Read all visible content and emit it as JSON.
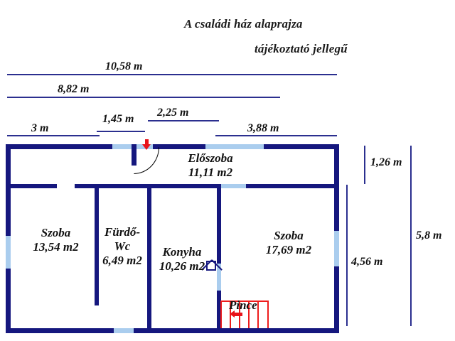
{
  "title": {
    "main": "A családi ház alaprajza",
    "sub": "tájékoztató jellegű"
  },
  "dimensions": {
    "top_overall": "10,58 m",
    "top_second": "8,82 m",
    "left_segment": "3 m",
    "mid_segment_1": "1,45 m",
    "mid_segment_2": "2,25 m",
    "right_segment": "3,88 m",
    "right_short": "1,26 m",
    "right_mid": "4,56 m",
    "right_overall": "5,8 m"
  },
  "rooms": [
    {
      "key": "szoba_left",
      "name": "Szoba",
      "area": "13,54 m2"
    },
    {
      "key": "furdo_wc",
      "name": "Fürdő-",
      "name2": "Wc",
      "area": "6,49 m2"
    },
    {
      "key": "konyha",
      "name": "Konyha",
      "area": "10,26 m2"
    },
    {
      "key": "eloszoba",
      "name": "Előszoba",
      "area": "11,11 m2"
    },
    {
      "key": "szoba_right",
      "name": "Szoba",
      "area": "17,69 m2"
    }
  ],
  "markers": {
    "cellar_label": "Pince",
    "entrance_arrow": "arrow-down-icon",
    "cellar_arrow": "arrow-left-icon",
    "chimney": "chimney-icon",
    "door_swing": "door-swing-icon"
  },
  "colors": {
    "wall": "#15177e",
    "opening": "#aacdee",
    "dimension_line": "#2b2f8f",
    "marker_red": "#e8131a",
    "stair_red": "#ee1c1c",
    "text": "#111111",
    "background": "#ffffff"
  }
}
